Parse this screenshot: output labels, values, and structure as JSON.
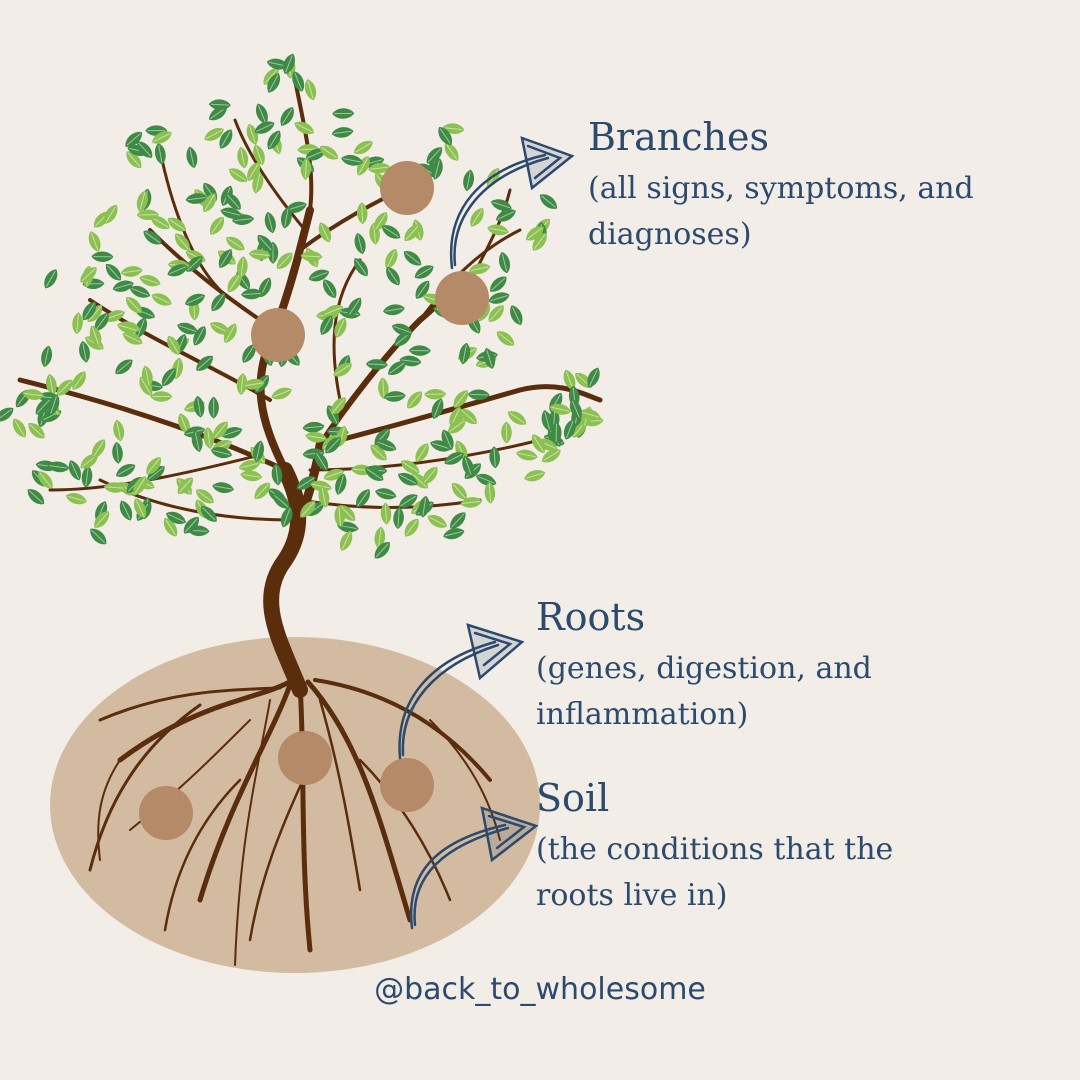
{
  "labels": {
    "branches": {
      "title": "Branches",
      "line1": "(all signs, symptoms, and",
      "line2": "diagnoses)"
    },
    "roots": {
      "title": "Roots",
      "line1": "(genes, digestion, and",
      "line2": "inflammation)"
    },
    "soil": {
      "title": "Soil",
      "line1": "(the conditions that the",
      "line2": "roots live in)"
    }
  },
  "handle": "@back_to_wholesome",
  "colors": {
    "background": "#f2ede7",
    "soil": "#d3bba1",
    "trunk": "#5a2d0c",
    "leaf_dark": "#3f8a45",
    "leaf_light": "#8cc152",
    "node": "#b48a68",
    "text": "#2c4a6e"
  }
}
